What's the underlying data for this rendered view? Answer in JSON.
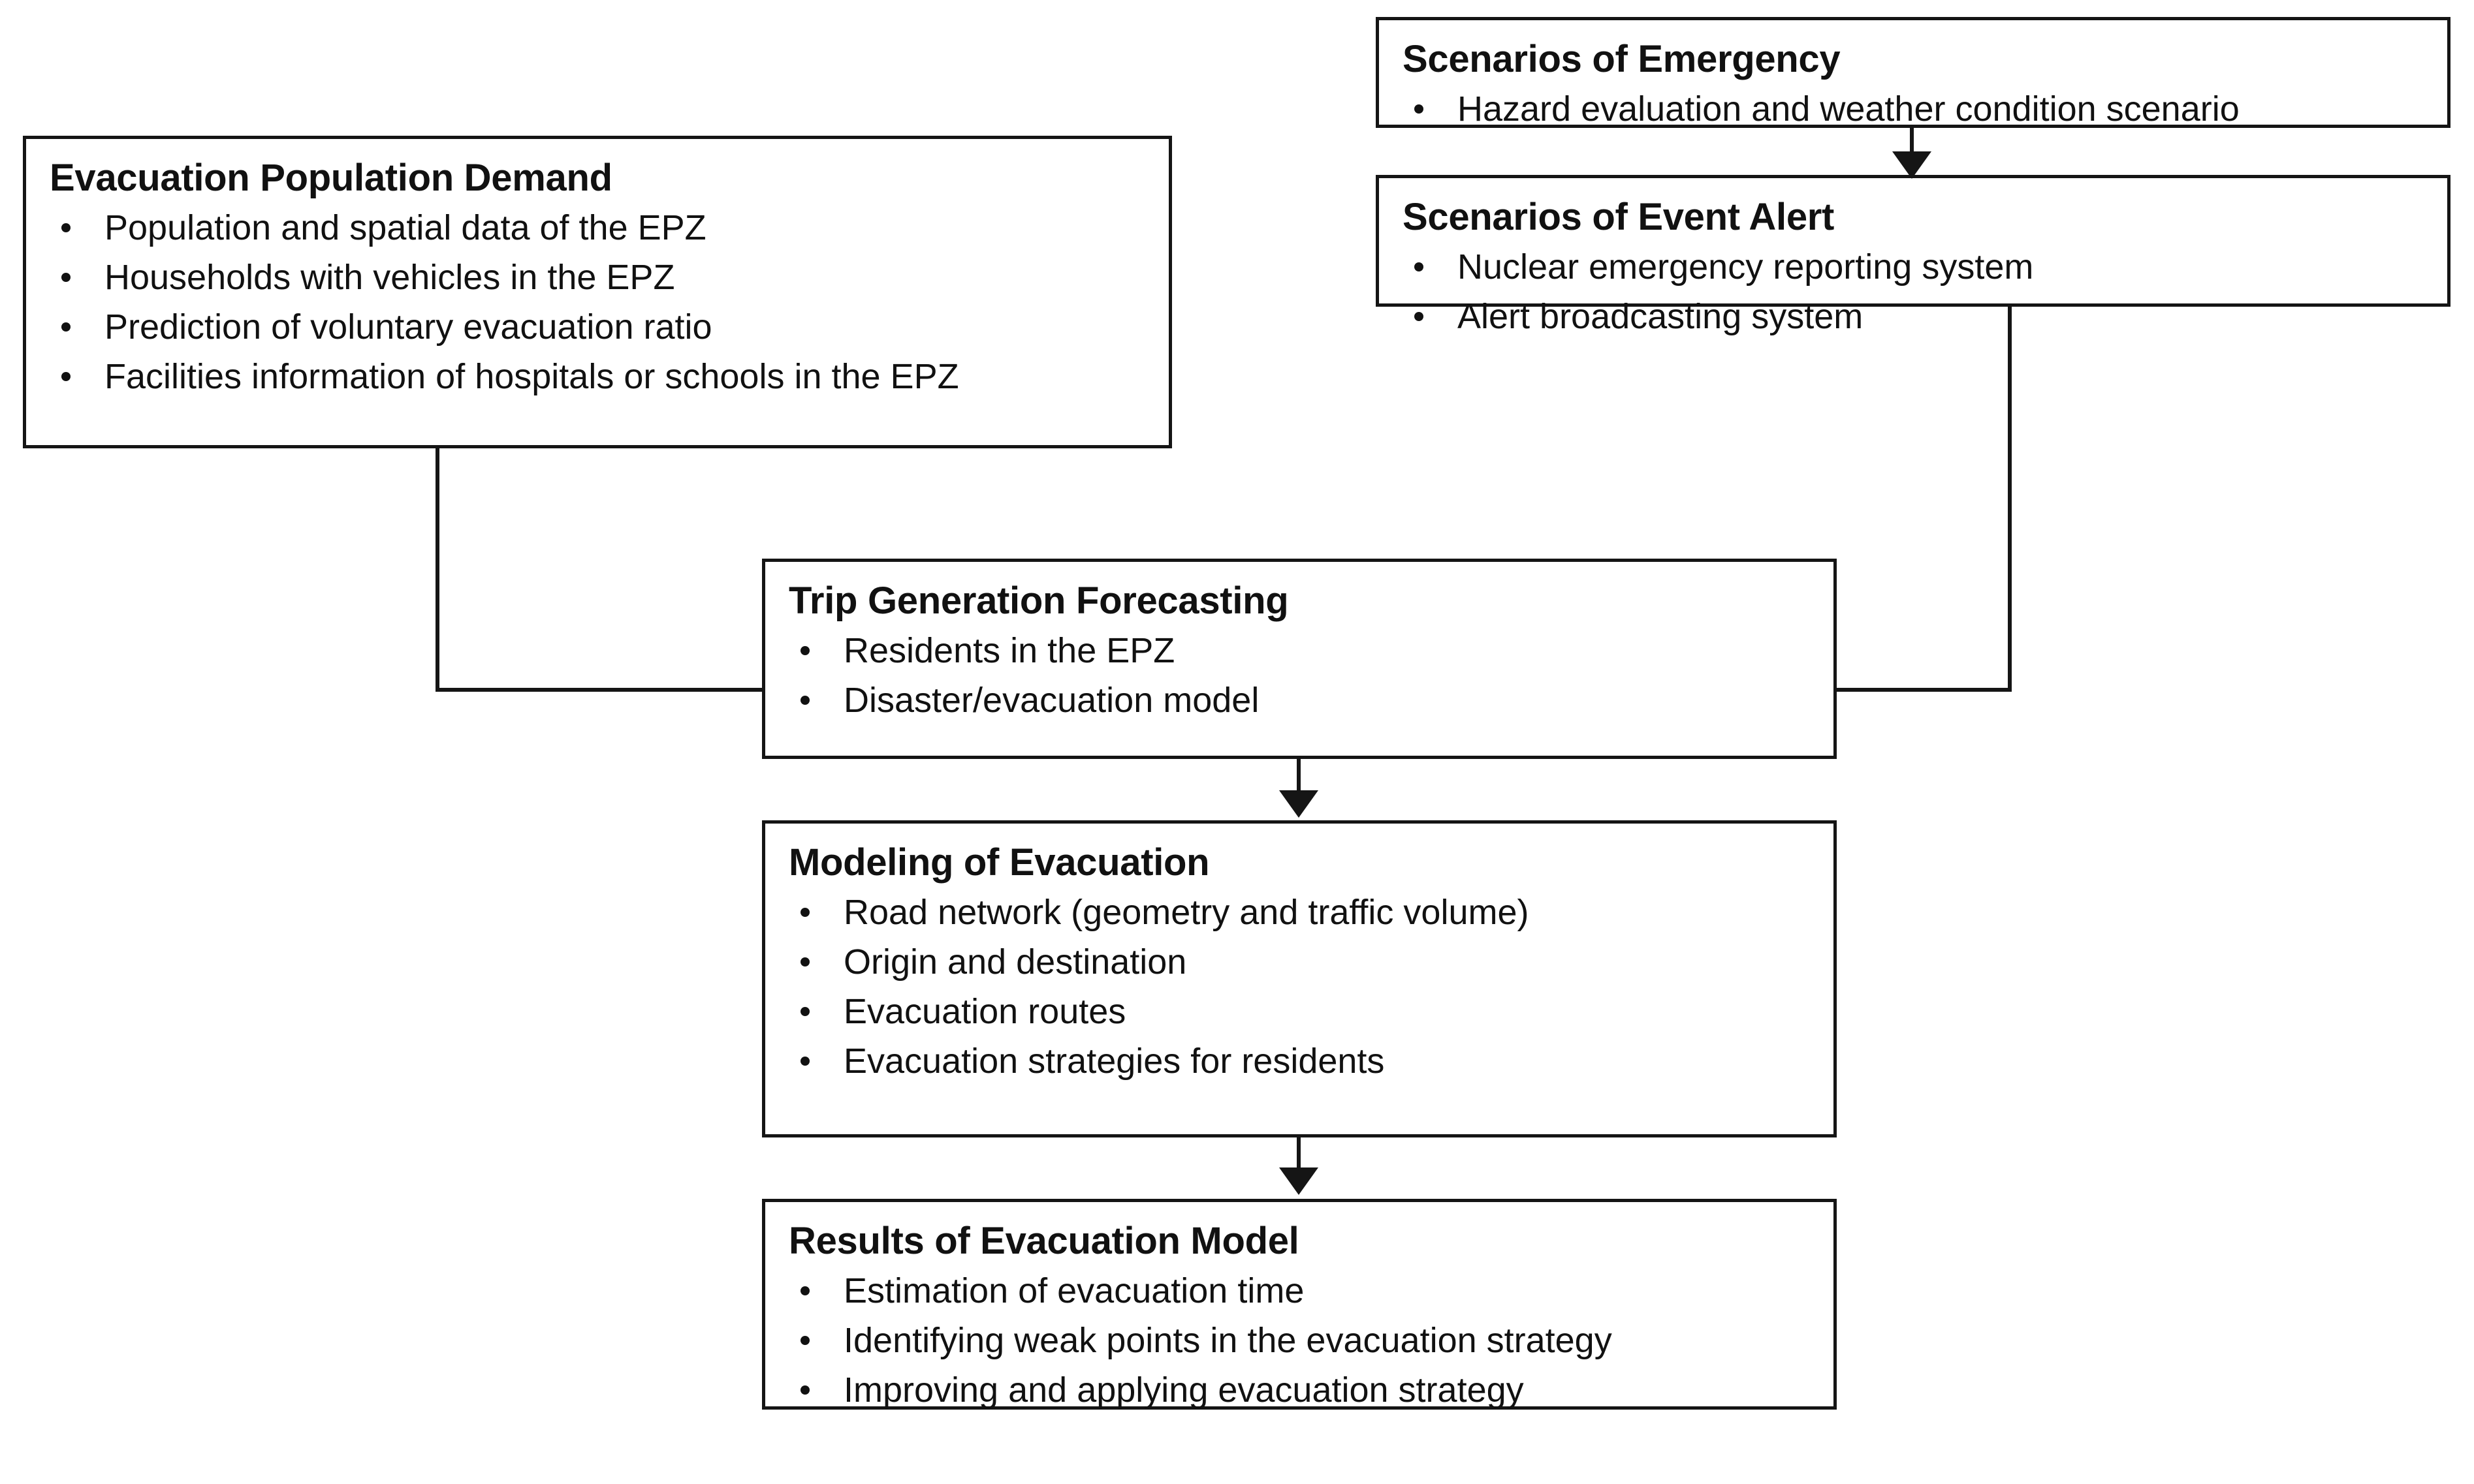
{
  "diagram": {
    "title": "Evacuation modeling framework flowchart",
    "line_color": "#151515",
    "text_color": "#111111",
    "background": "#ffffff"
  },
  "nodes": [
    {
      "id": "scenarios-of-emergency",
      "title": "Scenarios of Emergency",
      "bullets": [
        "Hazard evaluation and weather condition scenario"
      ]
    },
    {
      "id": "scenarios-of-event-alert",
      "title": "Scenarios of Event Alert",
      "bullets": [
        "Nuclear emergency reporting system",
        "Alert broadcasting system"
      ]
    },
    {
      "id": "evacuation-population-demand",
      "title": "Evacuation Population Demand",
      "bullets": [
        "Population and spatial data of the EPZ",
        "Households with vehicles in the EPZ",
        "Prediction of voluntary  evacuation ratio",
        "Facilities information of hospitals or schools in the EPZ"
      ]
    },
    {
      "id": "trip-generation-forecasting",
      "title": "Trip Generation Forecasting",
      "bullets": [
        "Residents in the EPZ",
        "Disaster/evacuation model"
      ]
    },
    {
      "id": "modeling-of-evacuation",
      "title": "Modeling of Evacuation",
      "bullets": [
        "Road network (geometry and traffic volume)",
        "Origin and destination",
        "Evacuation routes",
        "Evacuation strategies for residents"
      ]
    },
    {
      "id": "results-of-evacuation-model",
      "title": "Results of Evacuation Model",
      "bullets": [
        "Estimation of evacuation time",
        "Identifying weak points in the evacuation strategy",
        "Improving and applying evacuation strategy"
      ]
    }
  ],
  "connectors": [
    {
      "id": "emergency-to-event-alert",
      "kind": "arrow-down"
    },
    {
      "id": "population-demand-to-trip-generation",
      "kind": "elbow"
    },
    {
      "id": "event-alert-to-trip-generation",
      "kind": "elbow"
    },
    {
      "id": "trip-generation-to-modeling",
      "kind": "arrow-down"
    },
    {
      "id": "modeling-to-results",
      "kind": "arrow-down"
    }
  ]
}
